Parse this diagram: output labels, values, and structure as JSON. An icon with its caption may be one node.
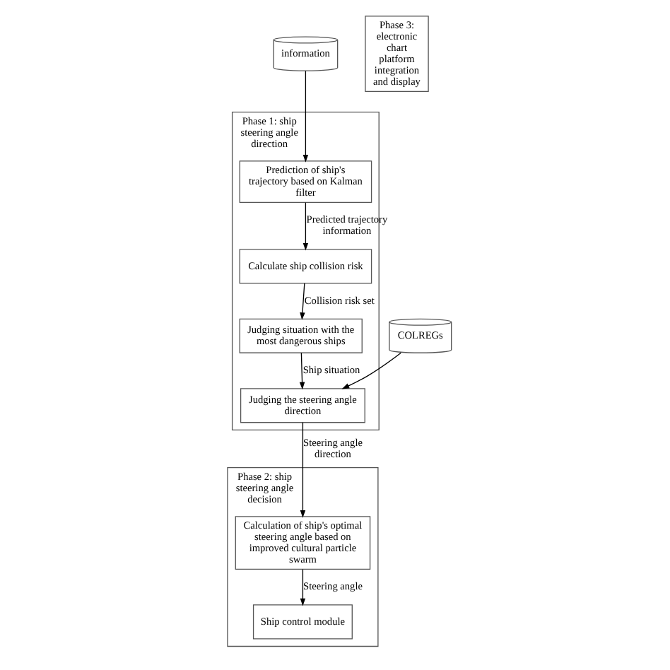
{
  "diagram": {
    "nodes": [
      {
        "text": [
          "information"
        ]
      },
      {
        "text": [
          "Phase 1: ship steering angle direction"
        ]
      },
      {
        "text": [
          "Prediction of ship's trajectory based on Kalman filter"
        ],
        "in": 1
      },
      {
        "text": [
          "Calculate ship collision risk"
        ],
        "in": 1
      },
      {
        "text": [
          "Judging situation with the most dangerous ships"
        ],
        "in": 1
      },
      {
        "text": [
          "Judging the steering angle direction"
        ],
        "in": 1
      },
      {
        "text": [
          "COLREGs"
        ]
      },
      {
        "text": [
          "Phase 2: ship steering angle decision"
        ]
      },
      {
        "text": [
          "Calculation of ship's optimal steering angle based on improved cultural particle swarm"
        ],
        "in": 7
      },
      {
        "text": [
          "Ship control module"
        ],
        "in": 7
      },
      {
        "text": [
          "Phase 3: electronic chart platform integration and display"
        ]
      }
    ],
    "edges": [
      {
        "from": 0,
        "to": 2,
        "arrow": "to"
      },
      {
        "from": 2,
        "to": 3,
        "arrow": "to",
        "label": "Predicted trajectory information"
      },
      {
        "from": 3,
        "to": 4,
        "arrow": "to",
        "label": "Collision risk set"
      },
      {
        "from": 4,
        "to": 5,
        "arrow": "to",
        "label": "Ship situation"
      },
      {
        "from": 6,
        "to": 5,
        "arrow": "to"
      },
      {
        "from": 5,
        "to": 8,
        "arrow": "to",
        "label": "Steering angle direction"
      },
      {
        "from": 8,
        "to": 9,
        "arrow": "to",
        "label": "Steering angle"
      }
    ]
  }
}
